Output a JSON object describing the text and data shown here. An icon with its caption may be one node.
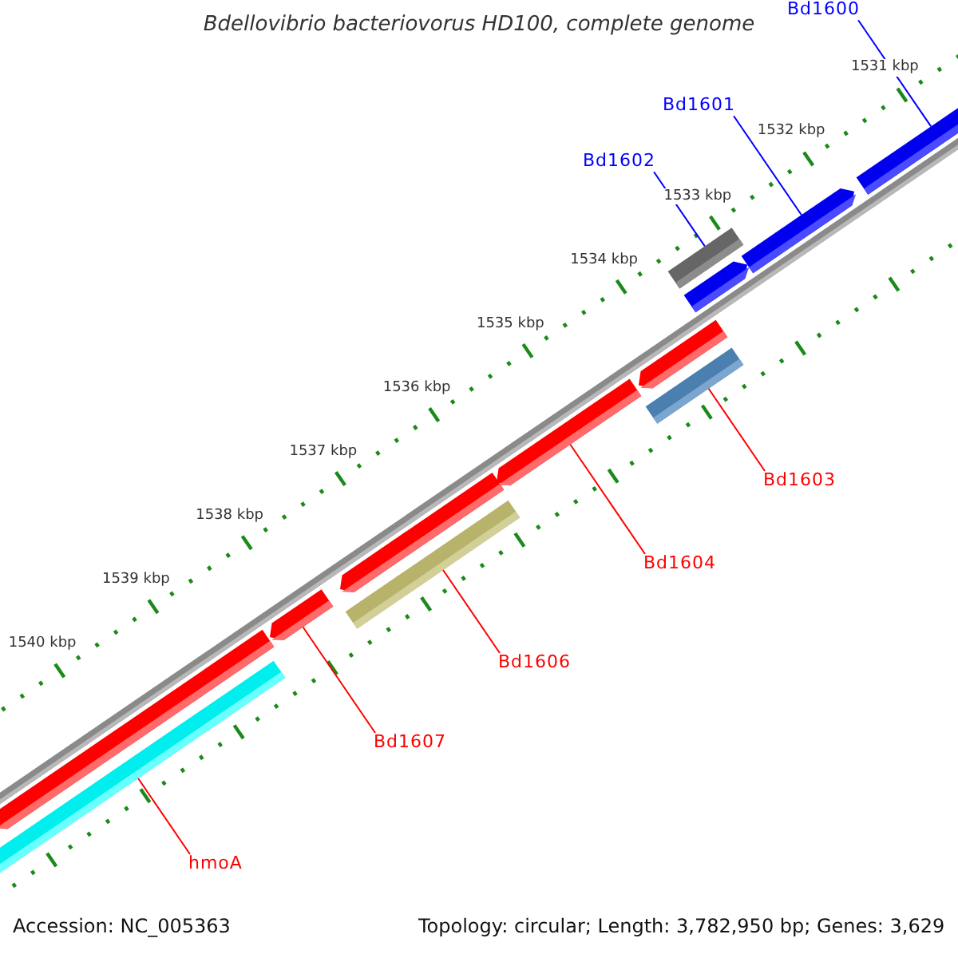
{
  "diagram": {
    "title": "Bdellovibrio bacteriovorus HD100, complete genome",
    "nodes": [
      {
        "text": [
          "Bd1600"
        ]
      },
      {
        "text": [
          "Bd1601"
        ]
      },
      {
        "text": [
          "Bd1602"
        ]
      },
      {
        "text": [
          "Bd1603"
        ]
      },
      {
        "text": [
          "Bd1604"
        ]
      },
      {
        "text": [
          "Bd1606"
        ]
      },
      {
        "text": [
          "Bd1607"
        ]
      },
      {
        "text": [
          "hmoA"
        ]
      },
      {
        "text": [],
        "shape": "bar"
      },
      {
        "text": [],
        "shape": "bar"
      },
      {
        "text": [],
        "shape": "bar"
      },
      {
        "text": [],
        "shape": "bar"
      },
      {
        "text": [],
        "shape": "bar"
      },
      {
        "text": [],
        "shape": "bar"
      },
      {
        "text": [],
        "shape": "bar"
      },
      {
        "text": [],
        "shape": "bar"
      },
      {
        "text": [],
        "shape": "bar"
      },
      {
        "text": [],
        "shape": "bar"
      },
      {
        "text": [],
        "shape": "bar"
      },
      {
        "text": [],
        "shape": "bar"
      }
    ],
    "edges": [
      {
        "from": 0,
        "to": 8,
        "arrow": "none",
        "color": "#0000ff"
      },
      {
        "from": 1,
        "to": 9,
        "arrow": "none",
        "color": "#0000ff"
      },
      {
        "from": 2,
        "to": 10,
        "arrow": "none",
        "color": "#0000ff"
      },
      {
        "from": 3,
        "to": 13,
        "arrow": "none"
      },
      {
        "from": 4,
        "to": 14,
        "arrow": "none"
      },
      {
        "from": 5,
        "to": 16,
        "arrow": "none"
      },
      {
        "from": 6,
        "to": 17,
        "arrow": "none"
      },
      {
        "from": 7,
        "to": 19,
        "arrow": "none"
      }
    ],
    "labels": [
      "1531 kbp",
      "1532 kbp",
      "1533 kbp",
      "1534 kbp",
      "1535 kbp",
      "1536 kbp",
      "1537 kbp",
      "1538 kbp",
      "1539 kbp",
      "1540 kbp",
      "Accession: NC_005363",
      "Topology: circular; Length: 3,782,950 bp; Genes: 3,629"
    ]
  }
}
